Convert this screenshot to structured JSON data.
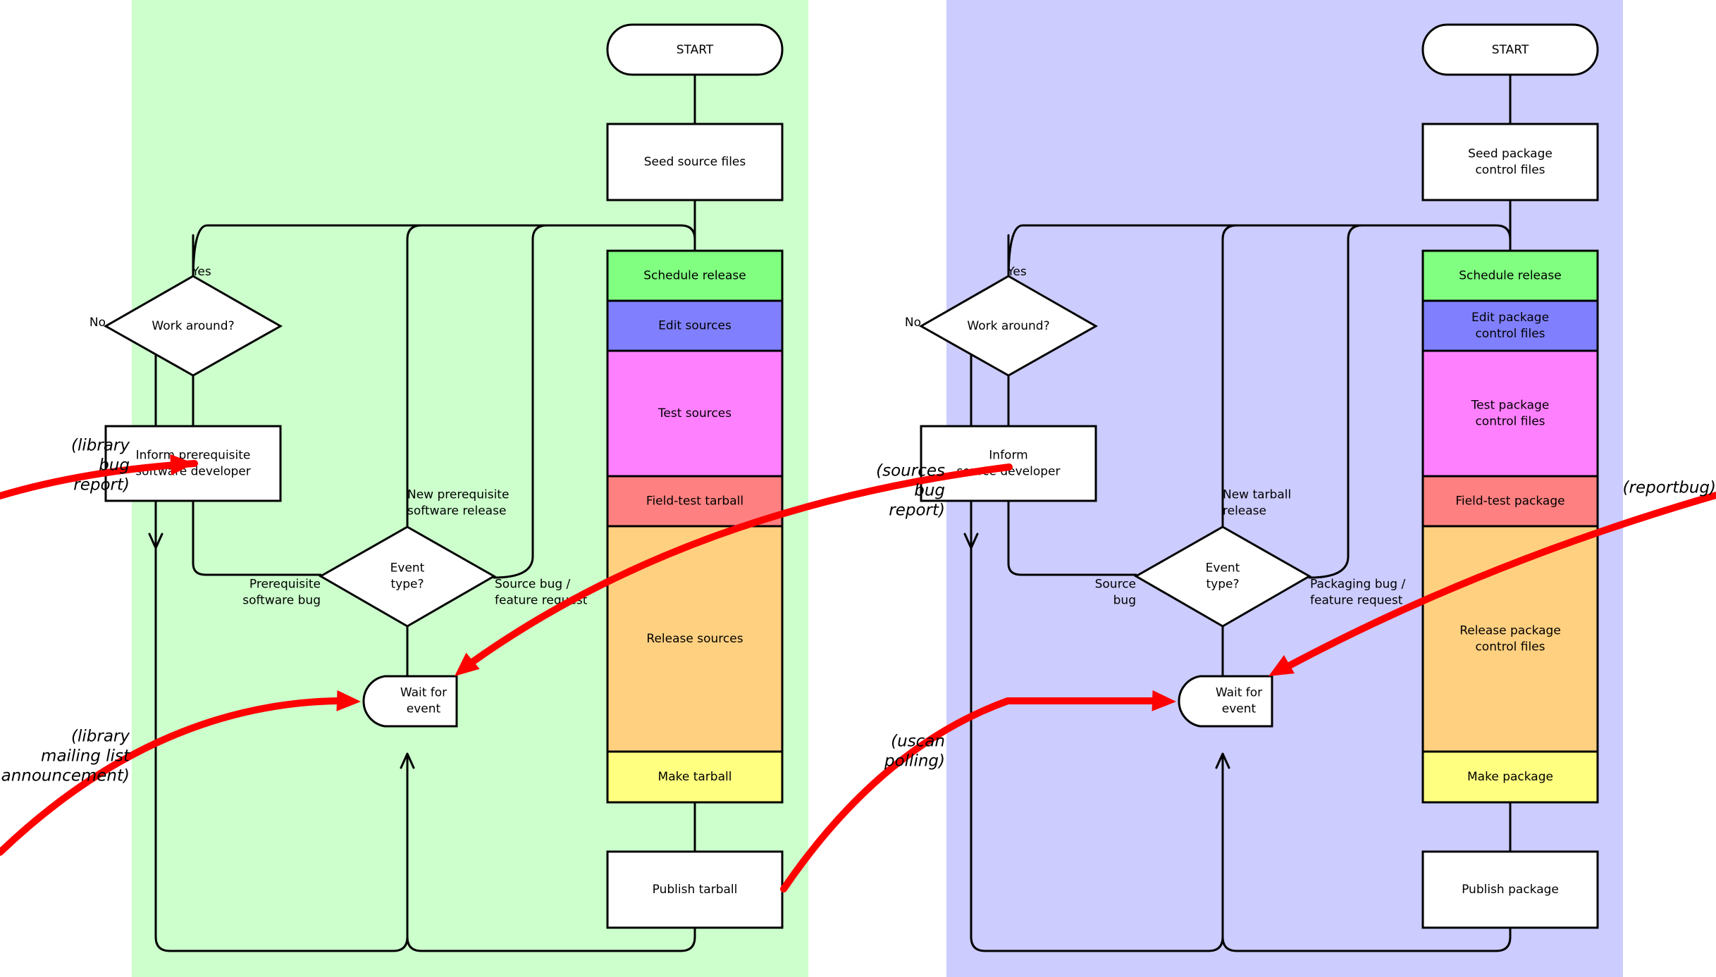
{
  "colors": {
    "left_panel": "#ccffcc",
    "right_panel": "#ccccff",
    "schedule": "#80ff80",
    "edit": "#8080ff",
    "test": "#ff80ff",
    "field": "#ff8080",
    "release": "#ffd080",
    "make": "#ffff80",
    "plain": "#ffffff",
    "arrow": "#ff0000"
  },
  "left": {
    "start": "START",
    "seed": [
      "Seed source files"
    ],
    "schedule": [
      "Schedule release"
    ],
    "edit": [
      "Edit sources"
    ],
    "test": [
      "Test sources"
    ],
    "field": [
      "Field-test tarball"
    ],
    "release": [
      "Release sources"
    ],
    "make": [
      "Make tarball"
    ],
    "publish": [
      "Publish tarball"
    ],
    "work_around": [
      "Work around?"
    ],
    "yes": "Yes",
    "no": "No",
    "inform": [
      "Inform prerequisite",
      "software developer"
    ],
    "event": [
      "Event",
      "type?"
    ],
    "wait": [
      "Wait for",
      "event"
    ],
    "branch_new": [
      "New prerequisite",
      "software release"
    ],
    "branch_left": [
      "Prerequisite",
      "software bug"
    ],
    "branch_right": [
      "Source bug /",
      "feature request"
    ]
  },
  "right": {
    "start": "START",
    "seed": [
      "Seed package",
      "control files"
    ],
    "schedule": [
      "Schedule release"
    ],
    "edit": [
      "Edit package",
      "control files"
    ],
    "test": [
      "Test package",
      "control files"
    ],
    "field": [
      "Field-test package"
    ],
    "release": [
      "Release package",
      "control files"
    ],
    "make": [
      "Make package"
    ],
    "publish": [
      "Publish package"
    ],
    "work_around": [
      "Work around?"
    ],
    "yes": "Yes",
    "no": "No",
    "inform": [
      "Inform",
      "source developer"
    ],
    "event": [
      "Event",
      "type?"
    ],
    "wait": [
      "Wait for",
      "event"
    ],
    "branch_new": [
      "New tarball",
      "release"
    ],
    "branch_left": [
      "Source",
      "bug"
    ],
    "branch_right": [
      "Packaging bug /",
      "feature request"
    ]
  },
  "annotations": {
    "library_bug": [
      "(library",
      "bug",
      "report)"
    ],
    "library_mailing": [
      "(library",
      "mailing list",
      "announcement)"
    ],
    "sources_bug": [
      "(sources",
      "bug",
      "report)"
    ],
    "uscan": [
      "(uscan",
      "polling)"
    ],
    "reportbug": [
      "(reportbug)"
    ]
  }
}
